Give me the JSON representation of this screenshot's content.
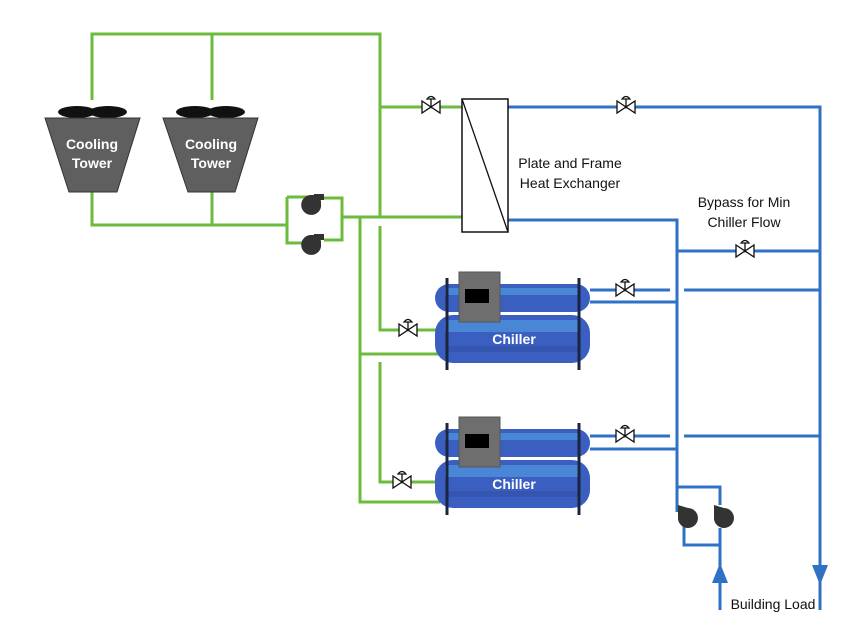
{
  "diagram": {
    "colors": {
      "condenser_water": "#6cbb3c",
      "chilled_water": "#2f72c4",
      "tower_body": "#5f5f5f",
      "chiller_body": "#3a5fc0",
      "chiller_stripe": "#4a86d6",
      "chiller_panel": "#6e6e6e",
      "pump": "#333333"
    },
    "labels": {
      "cooling_tower_1": [
        "Cooling",
        "Tower"
      ],
      "cooling_tower_2": [
        "Cooling",
        "Tower"
      ],
      "heat_exchanger": [
        "Plate and Frame",
        "Heat Exchanger"
      ],
      "bypass": [
        "Bypass for Min",
        "Chiller Flow"
      ],
      "chiller_1": "Chiller",
      "chiller_2": "Chiller",
      "building_load": "Building Load"
    },
    "components": [
      {
        "type": "cooling-tower",
        "name": "Cooling Tower 1"
      },
      {
        "type": "cooling-tower",
        "name": "Cooling Tower 2"
      },
      {
        "type": "pump",
        "name": "Condenser Pump 1"
      },
      {
        "type": "pump",
        "name": "Condenser Pump 2"
      },
      {
        "type": "heat-exchanger",
        "name": "Plate and Frame Heat Exchanger"
      },
      {
        "type": "chiller",
        "name": "Chiller 1"
      },
      {
        "type": "chiller",
        "name": "Chiller 2"
      },
      {
        "type": "pump",
        "name": "Chilled Water Pump 1"
      },
      {
        "type": "pump",
        "name": "Chilled Water Pump 2"
      },
      {
        "type": "valve",
        "name": "HX condenser valve"
      },
      {
        "type": "valve",
        "name": "HX chilled water valve"
      },
      {
        "type": "valve",
        "name": "Bypass valve"
      },
      {
        "type": "valve",
        "name": "Chiller 1 condenser valve"
      },
      {
        "type": "valve",
        "name": "Chiller 1 evaporator valve"
      },
      {
        "type": "valve",
        "name": "Chiller 2 condenser valve"
      },
      {
        "type": "valve",
        "name": "Chiller 2 evaporator valve"
      }
    ]
  }
}
